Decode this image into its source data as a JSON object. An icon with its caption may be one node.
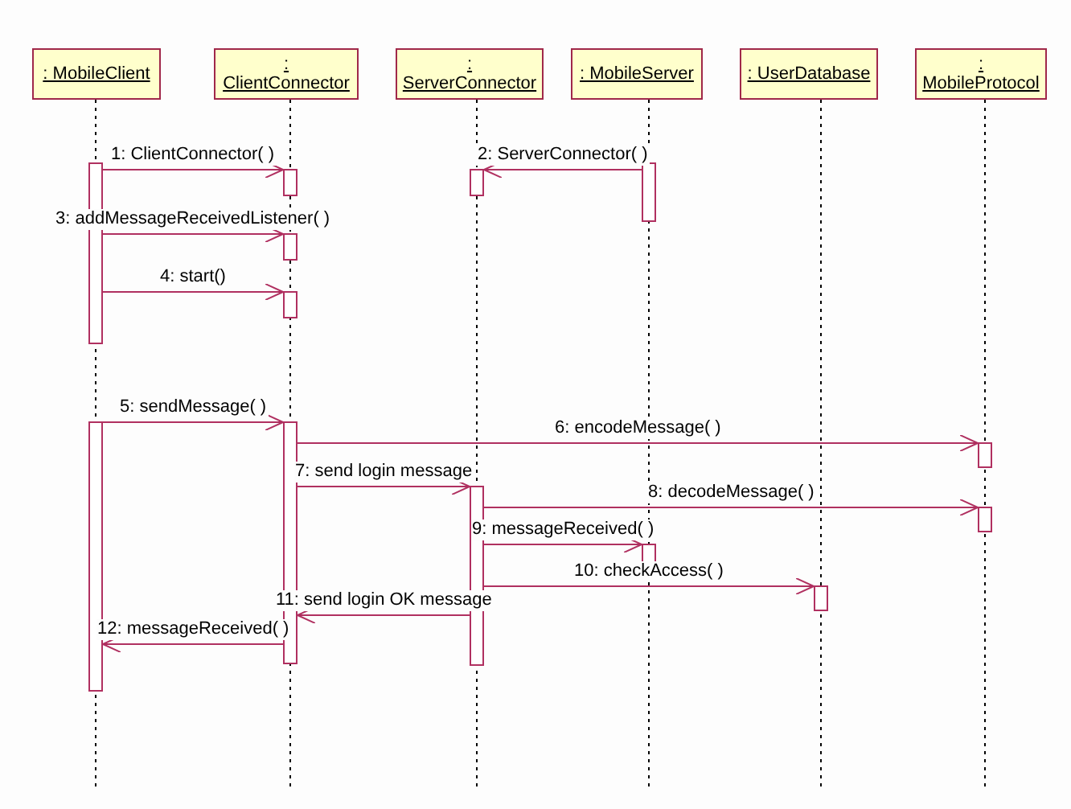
{
  "diagram": {
    "nodes": [
      {
        "text": [
          ": MobileClient"
        ]
      },
      {
        "text": [
          ": ClientConnector"
        ]
      },
      {
        "text": [
          ": ServerConnector"
        ]
      },
      {
        "text": [
          ": MobileServer"
        ]
      },
      {
        "text": [
          ": UserDatabase"
        ]
      },
      {
        "text": [
          ": MobileProtocol"
        ]
      },
      {
        "text": [],
        "shape": "bar"
      },
      {
        "text": [],
        "shape": "bar"
      },
      {
        "text": [],
        "shape": "bar"
      },
      {
        "text": [],
        "shape": "bar"
      },
      {
        "text": [],
        "shape": "bar"
      },
      {
        "text": [],
        "shape": "bar"
      },
      {
        "text": [],
        "shape": "bar"
      },
      {
        "text": [],
        "shape": "bar"
      },
      {
        "text": [],
        "shape": "bar"
      },
      {
        "text": [],
        "shape": "bar"
      },
      {
        "text": [],
        "shape": "bar"
      },
      {
        "text": [],
        "shape": "bar"
      },
      {
        "text": [],
        "shape": "bar"
      }
    ],
    "edges": [
      {
        "from": 6,
        "to": 8,
        "arrow": "to",
        "label": "1: ClientConnector( )"
      },
      {
        "from": 7,
        "to": 9,
        "arrow": "to",
        "label": "2: ServerConnector( )"
      },
      {
        "from": 6,
        "to": 10,
        "arrow": "to",
        "label": "3: addMessageReceivedListener( )"
      },
      {
        "from": 6,
        "to": 11,
        "arrow": "to",
        "label": "4: start()"
      },
      {
        "from": 12,
        "to": 13,
        "arrow": "to",
        "label": "5: sendMessage( )"
      },
      {
        "from": 13,
        "to": 14,
        "arrow": "to",
        "label": "6: encodeMessage( )"
      },
      {
        "from": 13,
        "to": 15,
        "arrow": "to",
        "label": "7: send login message"
      },
      {
        "from": 15,
        "to": 16,
        "arrow": "to",
        "label": "8: decodeMessage( )"
      },
      {
        "from": 15,
        "to": 17,
        "arrow": "to",
        "label": "9: messageReceived( )"
      },
      {
        "from": 15,
        "to": 18,
        "arrow": "to",
        "label": "10: checkAccess( )"
      },
      {
        "from": 15,
        "to": 13,
        "arrow": "to",
        "label": "11: send login OK message"
      },
      {
        "from": 13,
        "to": 12,
        "arrow": "to",
        "label": "12: messageReceived( )"
      }
    ]
  }
}
